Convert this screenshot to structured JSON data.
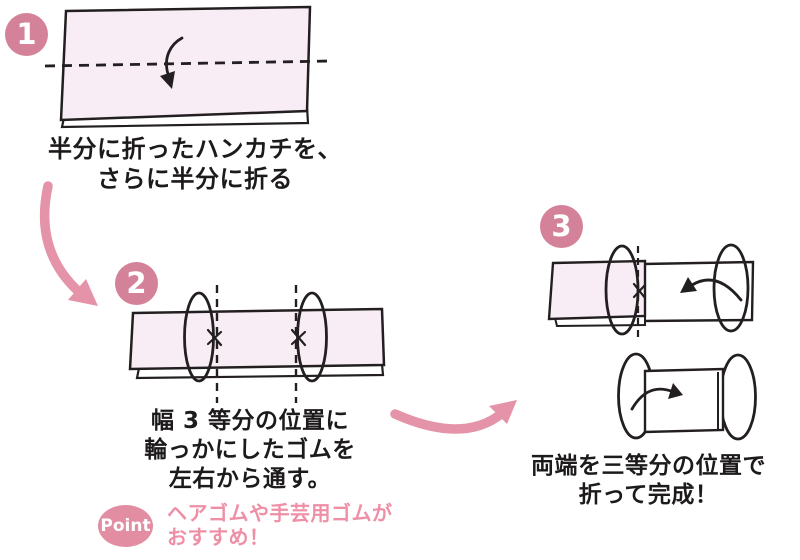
{
  "steps": [
    {
      "number": "1",
      "caption_lines": [
        "半分に折ったハンカチを、",
        "さらに半分に折る"
      ]
    },
    {
      "number": "2",
      "caption_lines": [
        "幅 3 等分の位置に",
        "輪っかにしたゴムを",
        "左右から通す。"
      ]
    },
    {
      "number": "3",
      "caption_lines": [
        "両端を三等分の位置で",
        "折って完成！"
      ]
    }
  ],
  "point": {
    "label": "Point",
    "text_lines": [
      "ヘアゴムや手芸用ゴムが",
      "おすすめ！"
    ]
  },
  "colors": {
    "badge_pink": "#d4829a",
    "flow_arrow_pink": "#e493a8",
    "cloth_pink": "#f8edf4",
    "outline_ink": "#231f20",
    "point_badge_pink": "#e28da2",
    "point_text_pink": "#ee8fa6",
    "caption_ink": "#1d1a1b"
  },
  "icons": {
    "step1_fold_arrow": "curved-arrow-down",
    "flow_arrow_1_to_2": "thick-curved-arrow-down-right",
    "flow_arrow_2_to_3": "thick-curved-arrow-up-right",
    "step3_fold_arrow_top": "curved-arrow-left",
    "step3_fold_arrow_bottom": "curved-arrow-right",
    "elastic_loop": "ellipse-loop",
    "fold_line": "dashed-line"
  }
}
